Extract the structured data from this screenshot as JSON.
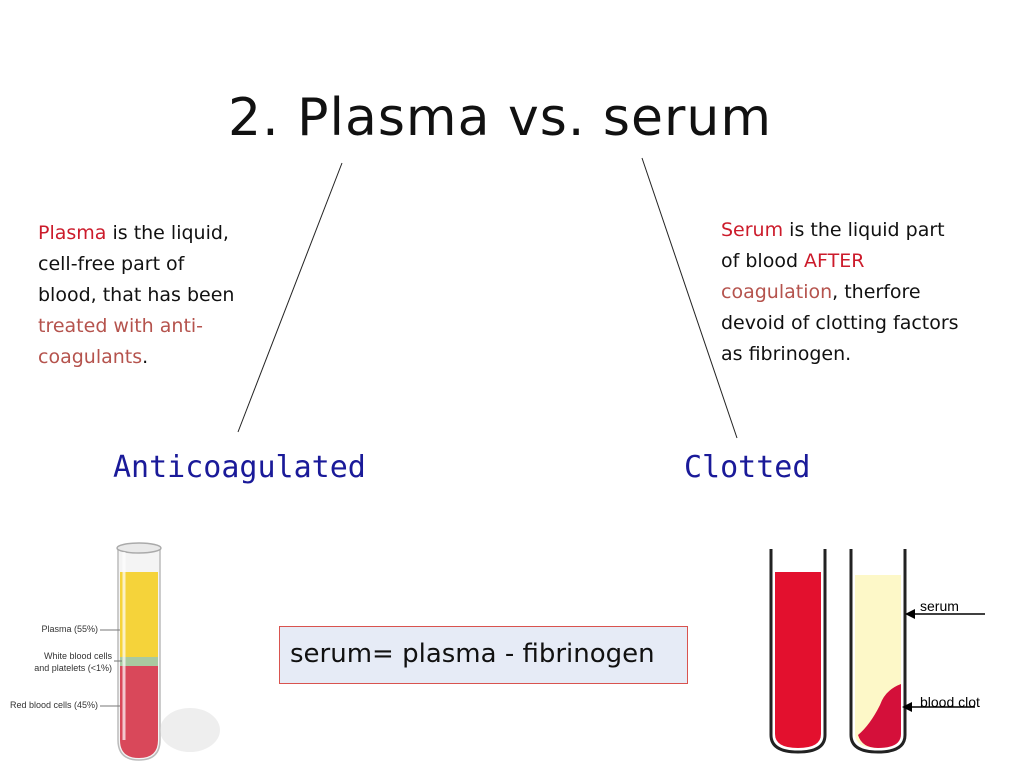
{
  "title": "2.  Plasma vs. serum",
  "plasma_text": {
    "term": "Plasma",
    "line1_rest": " is the liquid,",
    "line2": "cell-free part of",
    "line3": "blood, that has been",
    "line4": "treated with anti-",
    "line5_colored": "coagulants",
    "line5_end": "."
  },
  "serum_text": {
    "term": "Serum",
    "line1_rest": " is the liquid part",
    "line2_start": "of blood ",
    "line2_colored": "AFTER",
    "line3_colored": "coagulation",
    "line3_rest": ", therfore",
    "line4": "devoid of clotting factors",
    "line5": "as fibrinogen."
  },
  "categories": {
    "left": "Anticoagulated",
    "right": "Clotted"
  },
  "formula": "serum= plasma - fibrinogen",
  "left_tube_labels": {
    "plasma": "Plasma (55%)",
    "wbc_line1": "White blood cells",
    "wbc_line2": "and platelets (<1%)",
    "rbc": "Red blood cells (45%)"
  },
  "right_tube_labels": {
    "serum": "serum",
    "clot": "blood clot"
  },
  "colors": {
    "term_red": "#cc1b2b",
    "accent_brown": "#b5534d",
    "category_blue": "#1a1a99",
    "plasma_yellow": "#f5d33a",
    "blood_red": "#e3102e",
    "serum_cream": "#fdf8c8"
  }
}
